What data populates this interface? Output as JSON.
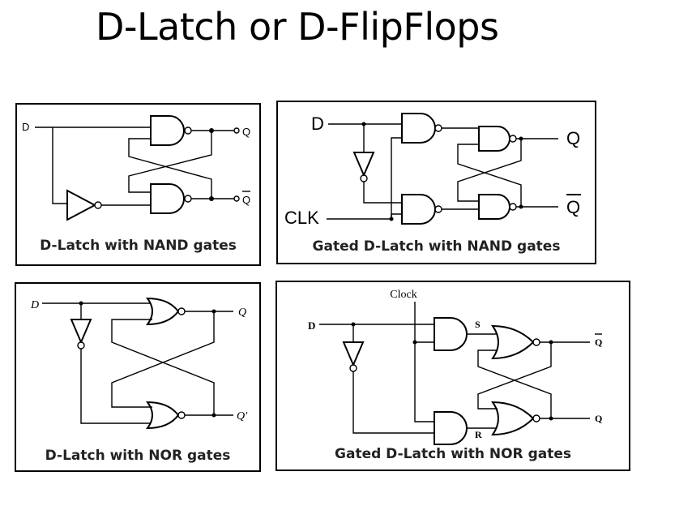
{
  "title": "D-Latch or D-FlipFlops",
  "panels": {
    "nand_latch": {
      "caption": "D-Latch with NAND gates",
      "labels": {
        "d": "D",
        "q": "Q",
        "qbar": "Q"
      }
    },
    "gated_nand": {
      "caption": "Gated D-Latch with NAND gates",
      "labels": {
        "d": "D",
        "clk": "CLK",
        "q": "Q",
        "qbar": "Q"
      }
    },
    "nor_latch": {
      "caption": "D-Latch with NOR gates",
      "labels": {
        "d": "D",
        "q": "Q",
        "qprime": "Q'"
      }
    },
    "gated_nor": {
      "caption": "Gated D-Latch with NOR gates",
      "labels": {
        "clock": "Clock",
        "d": "D",
        "s": "S",
        "r": "R",
        "qbar": "Q",
        "q": "Q"
      }
    }
  }
}
